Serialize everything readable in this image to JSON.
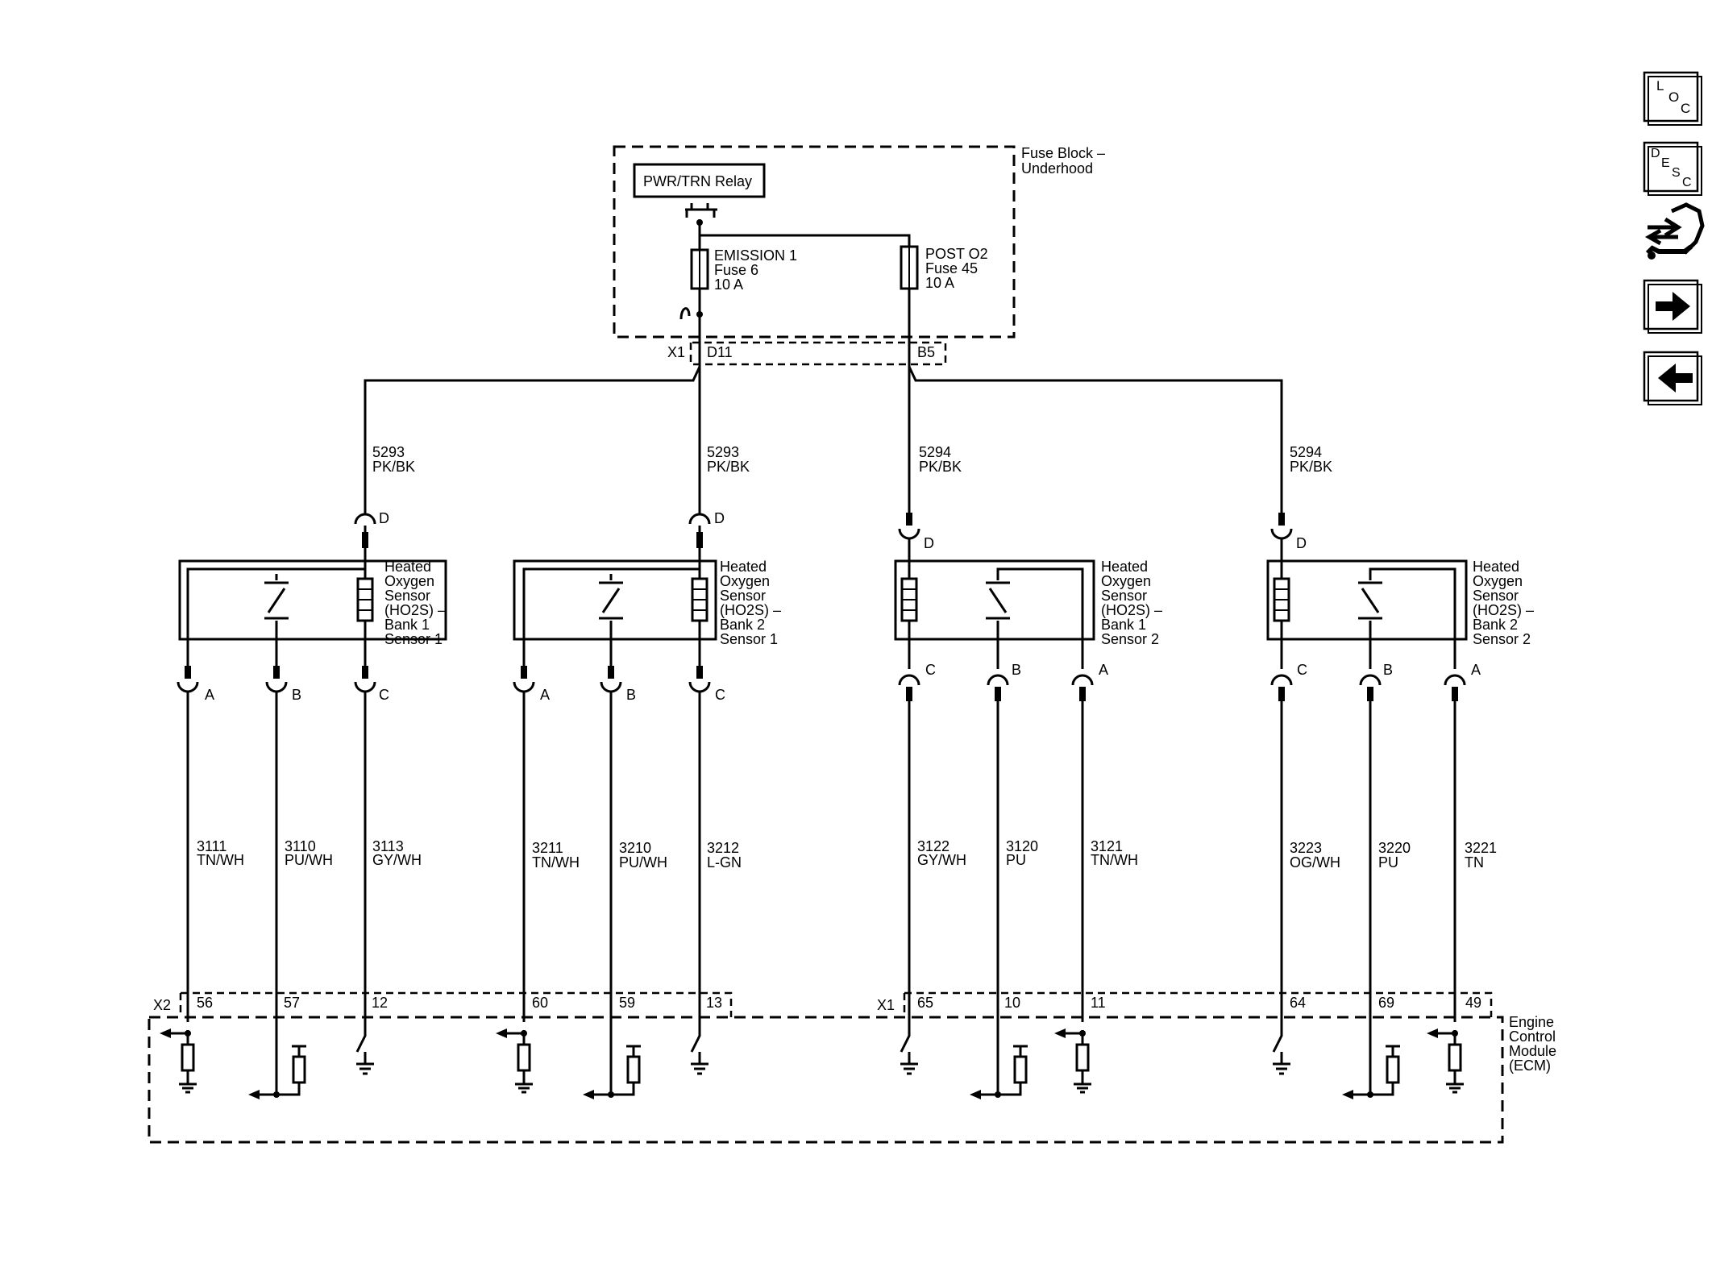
{
  "fuse_block": {
    "title_line1": "Fuse Block –",
    "title_line2": "Underhood",
    "relay_label": "PWR/TRN Relay",
    "fuse_left": {
      "name": "EMISSION 1",
      "fuse": "Fuse 6",
      "rating": "10 A"
    },
    "fuse_right": {
      "name": "POST O2",
      "fuse": "Fuse 45",
      "rating": "10 A"
    },
    "connector": "X1",
    "pin_left": "D11",
    "pin_right": "B5"
  },
  "feed_wires": [
    {
      "circuit": "5293",
      "color": "PK/BK"
    },
    {
      "circuit": "5293",
      "color": "PK/BK"
    },
    {
      "circuit": "5294",
      "color": "PK/BK"
    },
    {
      "circuit": "5294",
      "color": "PK/BK"
    }
  ],
  "sensors": [
    {
      "title": [
        "Heated",
        "Oxygen",
        "Sensor",
        "(HO2S) –",
        "Bank 1",
        "Sensor 1"
      ],
      "feed_pin": "D",
      "pins": [
        {
          "pin": "A",
          "circuit": "3111",
          "color": "TN/WH",
          "ecm_pin": "56"
        },
        {
          "pin": "B",
          "circuit": "3110",
          "color": "PU/WH",
          "ecm_pin": "57"
        },
        {
          "pin": "C",
          "circuit": "3113",
          "color": "GY/WH",
          "ecm_pin": "12"
        }
      ]
    },
    {
      "title": [
        "Heated",
        "Oxygen",
        "Sensor",
        "(HO2S) –",
        "Bank 2",
        "Sensor 1"
      ],
      "feed_pin": "D",
      "pins": [
        {
          "pin": "A",
          "circuit": "3211",
          "color": "TN/WH",
          "ecm_pin": "60"
        },
        {
          "pin": "B",
          "circuit": "3210",
          "color": "PU/WH",
          "ecm_pin": "59"
        },
        {
          "pin": "C",
          "circuit": "3212",
          "color": "L-GN",
          "ecm_pin": "13"
        }
      ]
    },
    {
      "title": [
        "Heated",
        "Oxygen",
        "Sensor",
        "(HO2S) –",
        "Bank 1",
        "Sensor 2"
      ],
      "feed_pin": "D",
      "pins": [
        {
          "pin": "C",
          "circuit": "3122",
          "color": "GY/WH",
          "ecm_pin": "65"
        },
        {
          "pin": "B",
          "circuit": "3120",
          "color": "PU",
          "ecm_pin": "10"
        },
        {
          "pin": "A",
          "circuit": "3121",
          "color": "TN/WH",
          "ecm_pin": "11"
        }
      ]
    },
    {
      "title": [
        "Heated",
        "Oxygen",
        "Sensor",
        "(HO2S) –",
        "Bank 2",
        "Sensor 2"
      ],
      "feed_pin": "D",
      "pins": [
        {
          "pin": "C",
          "circuit": "3223",
          "color": "OG/WH",
          "ecm_pin": "64"
        },
        {
          "pin": "B",
          "circuit": "3220",
          "color": "PU",
          "ecm_pin": "69"
        },
        {
          "pin": "A",
          "circuit": "3221",
          "color": "TN",
          "ecm_pin": "49"
        }
      ]
    }
  ],
  "ecm": {
    "title": [
      "Engine",
      "Control",
      "Module",
      "(ECM)"
    ],
    "connector_left": "X2",
    "connector_right": "X1"
  },
  "nav": {
    "loc": {
      "l1": "L",
      "l2": "O",
      "l3": "C"
    },
    "desc": {
      "l1": "D",
      "l2": "E",
      "l3": "S",
      "l4": "C"
    },
    "icons": [
      "loc-icon",
      "desc-icon",
      "connector-list-icon",
      "next-arrow-icon",
      "previous-arrow-icon"
    ]
  }
}
